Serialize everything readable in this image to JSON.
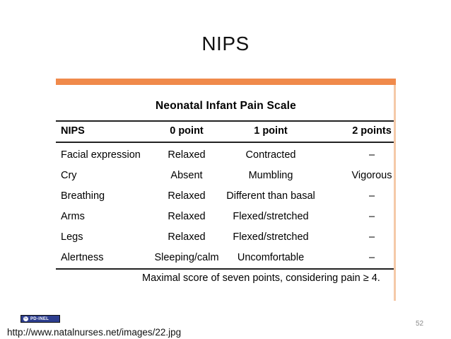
{
  "slide": {
    "title": "NIPS",
    "page_number": "52",
    "source_url": "http://www.natalnurses.net/images/22.jpg",
    "badge_text": "PD-INEL"
  },
  "table": {
    "title": "Neonatal Infant Pain Scale",
    "headers": [
      "NIPS",
      "0 point",
      "1 point",
      "2 points"
    ],
    "rows": [
      [
        "Facial expression",
        "Relaxed",
        "Contracted",
        "–"
      ],
      [
        "Cry",
        "Absent",
        "Mumbling",
        "Vigorous"
      ],
      [
        "Breathing",
        "Relaxed",
        "Different than basal",
        "–"
      ],
      [
        "Arms",
        "Relaxed",
        "Flexed/stretched",
        "–"
      ],
      [
        "Legs",
        "Relaxed",
        "Flexed/stretched",
        "–"
      ],
      [
        "Alertness",
        "Sleeping/calm",
        "Uncomfortable",
        "–"
      ]
    ],
    "footnote": "Maximal score of seven points, considering pain ≥ 4."
  },
  "colors": {
    "accent_bar": "#f08a4b",
    "badge_bg": "#2d3e8f"
  }
}
